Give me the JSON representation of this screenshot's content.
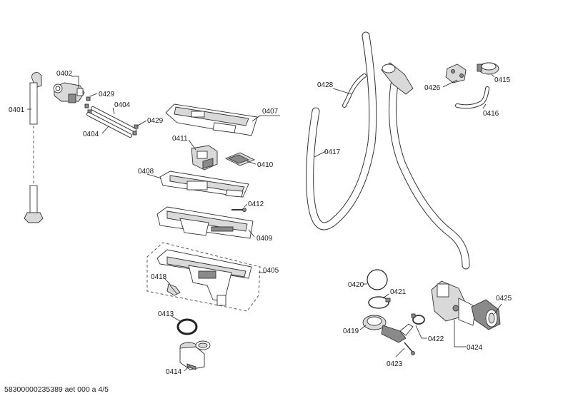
{
  "footer": "58300000235389 aet 000 a 4/5",
  "labels": {
    "p0401": "0401",
    "p0402": "0402",
    "p0429a": "0429",
    "p0404a": "0404",
    "p0404b": "0404",
    "p0429b": "0429",
    "p0407": "0407",
    "p0411": "0411",
    "p0410": "0410",
    "p0408": "0408",
    "p0412": "0412",
    "p0409": "0409",
    "p0405": "0405",
    "p0418": "0418",
    "p0413": "0413",
    "p0414": "0414",
    "p0428": "0428",
    "p0417": "0417",
    "p0426": "0426",
    "p0415": "0415",
    "p0416": "0416",
    "p0420": "0420",
    "p0421": "0421",
    "p0419": "0419",
    "p0422": "0422",
    "p0423": "0423",
    "p0424": "0424",
    "p0425": "0425"
  }
}
